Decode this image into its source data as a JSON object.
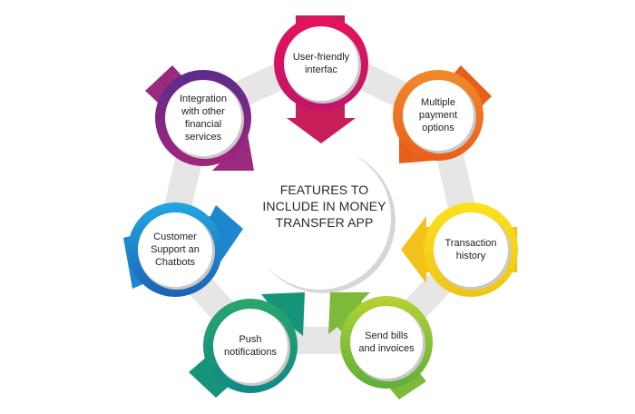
{
  "center": {
    "lines": [
      "FEATURES TO",
      "INCLUDE IN MONEY",
      "TRANSFER APP"
    ]
  },
  "nodes": [
    {
      "id": "user-friendly",
      "lines": [
        "User-friendly",
        "interfac"
      ],
      "color": "#e3185c",
      "arrow": "down"
    },
    {
      "id": "multiple-payment",
      "lines": [
        "Multiple",
        "payment",
        "options"
      ],
      "color": "#f07a1f",
      "arrow": "down-left"
    },
    {
      "id": "transaction-history",
      "lines": [
        "Transaction",
        "history"
      ],
      "color": "#f6d21b",
      "arrow": "left"
    },
    {
      "id": "send-bills",
      "lines": [
        "Send bills",
        "and invoices"
      ],
      "color": "#8cc63e",
      "arrow": "up-left"
    },
    {
      "id": "push-notifications",
      "lines": [
        "Push",
        "notifications"
      ],
      "color": "#1a9e6b",
      "arrow": "up-right"
    },
    {
      "id": "customer-support",
      "lines": [
        "Customer",
        "Support an",
        "Chatbots"
      ],
      "color": "#1c8fd6",
      "arrow": "right"
    },
    {
      "id": "integration",
      "lines": [
        "Integration",
        "with other",
        "financial",
        "services"
      ],
      "color": "#7b2a86",
      "arrow": "down-right"
    }
  ]
}
